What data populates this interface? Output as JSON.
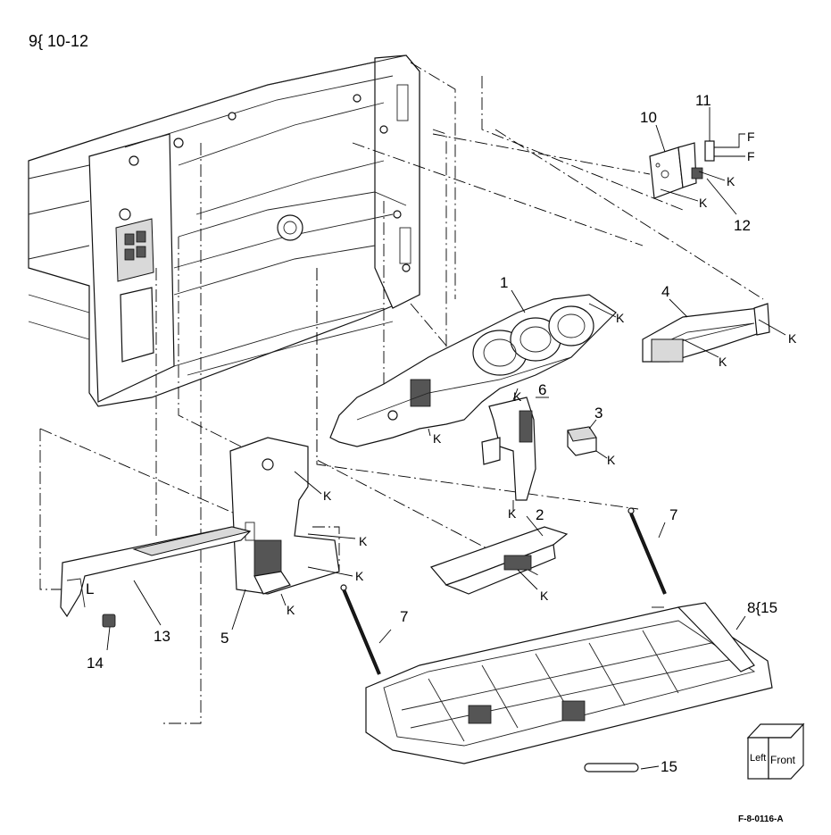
{
  "diagram": {
    "title": "9{ 10-12",
    "figure_id": "F-8-0116-A",
    "orientation_cube": {
      "left_label": "Left",
      "front_label": "Front"
    },
    "part_callouts": {
      "p1": "1",
      "p2": "2",
      "p3": "3",
      "p4": "4",
      "p5": "5",
      "p6": "6",
      "p7a": "7",
      "p7b": "7",
      "p8": "8{15",
      "p10": "10",
      "p11": "11",
      "p12": "12",
      "p13": "13",
      "p14": "14",
      "p15": "15"
    },
    "fastener_labels": {
      "k": "K",
      "f": "F",
      "l": "L"
    }
  }
}
